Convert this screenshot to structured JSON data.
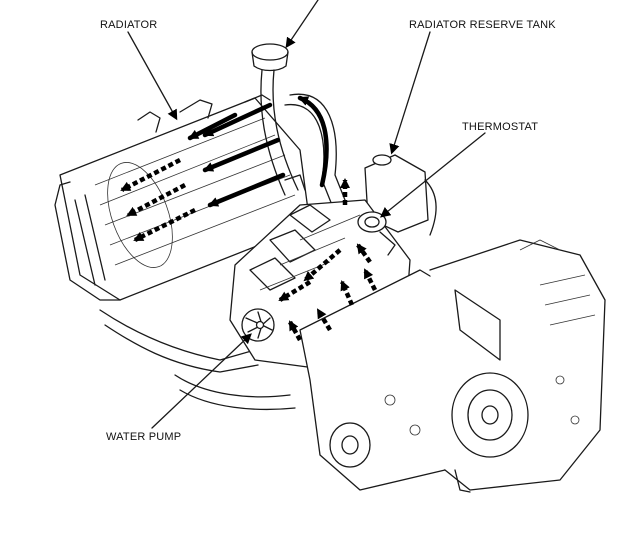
{
  "labels": {
    "radiator": "RADIATOR",
    "radiator_reserve_tank": "RADIATOR RESERVE TANK",
    "thermostat": "THERMOSTAT",
    "water_pump": "WATER PUMP"
  },
  "colors": {
    "line": "#1a1a1a",
    "background": "#ffffff"
  }
}
